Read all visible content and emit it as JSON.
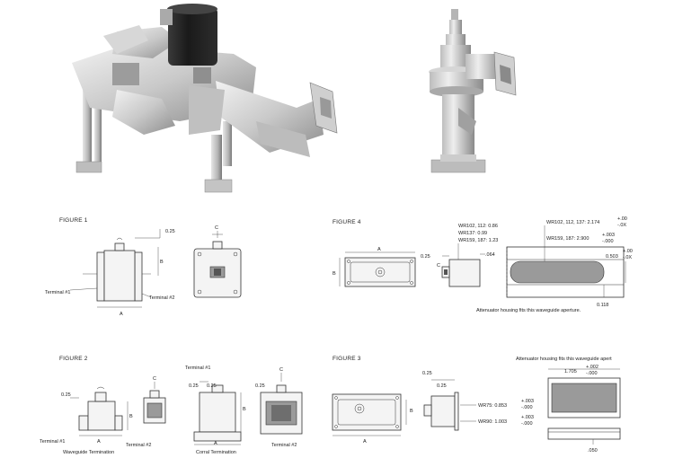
{
  "fig1": {
    "title": "FIGURE 1",
    "dim_025": "0.25",
    "dim_a": "A",
    "dim_b": "B",
    "dim_c": "C",
    "terminal1": "Terminal #1",
    "terminal2": "Terminal #2"
  },
  "fig4": {
    "title": "FIGURE 4",
    "dim_a": "A",
    "dim_b": "B",
    "dim_c": "C",
    "dim_025": "0.25",
    "dim_064": ".064",
    "spec_left_1": "WR102, 112: 0.86",
    "spec_left_2": "WR137: 0.99",
    "spec_left_3": "WR159, 187: 1.23",
    "spec_right_1": "WR102, 112, 137: 2.174",
    "spec_right_2": "WR159, 187: 2.900",
    "tol_right_1a": "+.00",
    "tol_right_1b": "-.0X",
    "tol_right_2a": "+.003",
    "tol_right_2b": "-.000",
    "dim_0503": "0.503",
    "tol_0503a": "+.00",
    "tol_0503b": "-.0X",
    "dim_0118": "0.118",
    "note": "Attenuator housing fits this waveguide aperture."
  },
  "fig2": {
    "title": "FIGURE 2",
    "dim_025a": "0.25",
    "dim_025b": "0.25",
    "dim_025c": "0.25",
    "dim_025d": "0.25",
    "dim_a1": "A",
    "dim_b1": "B",
    "dim_c1": "C",
    "dim_a2": "A",
    "dim_b2": "B",
    "dim_c2": "C",
    "terminal1a": "Terminal #1",
    "terminal2a": "Terminal #2",
    "terminal1b": "Terminal #1",
    "terminal2b": "Terminal #2",
    "caption1": "Waveguide Termination",
    "caption2": "Corral Termination"
  },
  "fig3": {
    "title": "FIGURE 3",
    "note": "Attenuator housing fits this waveguide apert",
    "dim_025": "0.25",
    "dim_025b": "0.25",
    "dim_a": "A",
    "dim_b": "B",
    "dim_1705": "1.705",
    "tol_1705a": "+.002",
    "tol_1705b": "-.000",
    "spec_1": "WR75: 0.853",
    "spec_2": "WR90: 1.003",
    "tol_1a": "+.003",
    "tol_1b": "-.000",
    "tol_2a": "+.003",
    "tol_2b": "-.000",
    "dim_050": ".050"
  }
}
